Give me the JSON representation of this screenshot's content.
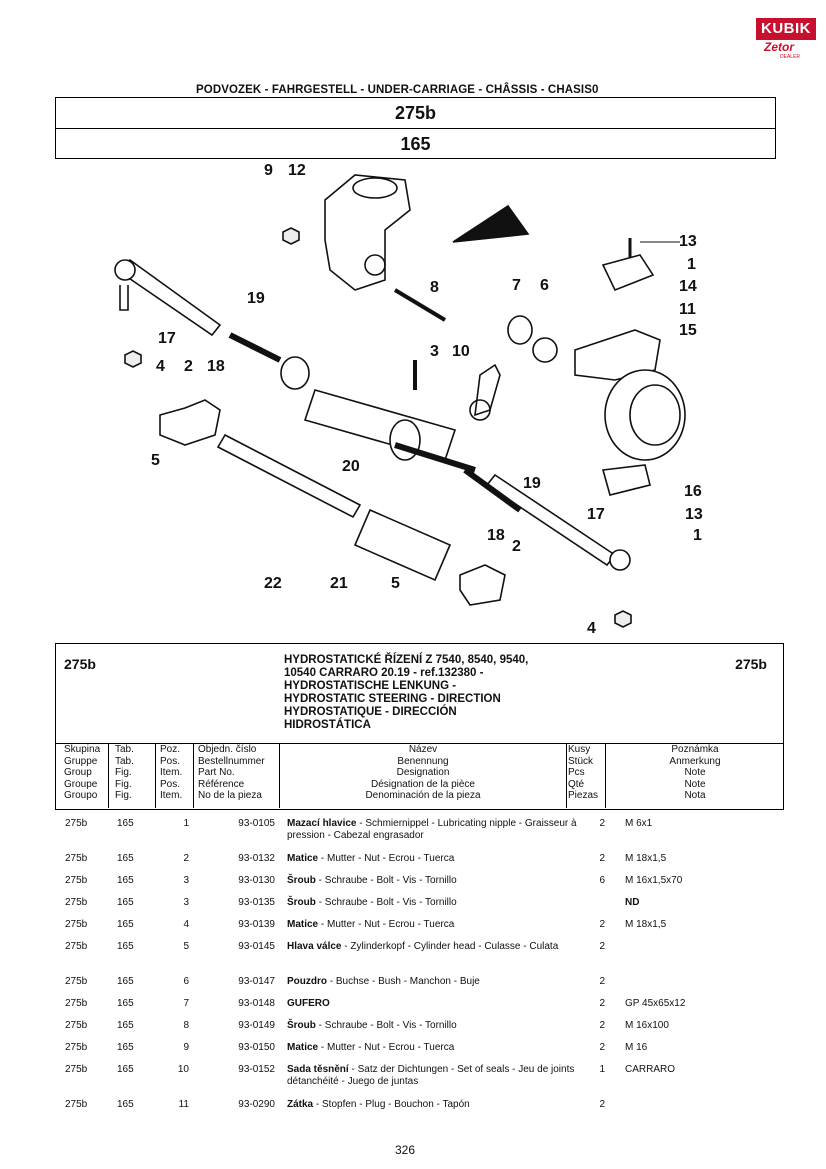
{
  "logo": {
    "brand": "KUBIK",
    "sub": "Zetor",
    "dealer": "DEALER"
  },
  "heading": "PODVOZEK - FAHRGESTELL - UNDER-CARRIAGE - CHÂSSIS - CHASIS0",
  "title_main": "275b",
  "title_sub": "165",
  "callouts": [
    {
      "id": "c9",
      "text": "9"
    },
    {
      "id": "c12",
      "text": "12"
    },
    {
      "id": "c13a",
      "text": "13"
    },
    {
      "id": "c1a",
      "text": "1"
    },
    {
      "id": "c14",
      "text": "14"
    },
    {
      "id": "c11",
      "text": "11"
    },
    {
      "id": "c15",
      "text": "15"
    },
    {
      "id": "c19a",
      "text": "19"
    },
    {
      "id": "c8",
      "text": "8"
    },
    {
      "id": "c7",
      "text": "7"
    },
    {
      "id": "c6",
      "text": "6"
    },
    {
      "id": "c17a",
      "text": "17"
    },
    {
      "id": "c4a",
      "text": "4"
    },
    {
      "id": "c2a",
      "text": "2"
    },
    {
      "id": "c18a",
      "text": "18"
    },
    {
      "id": "c3",
      "text": "3"
    },
    {
      "id": "c10",
      "text": "10"
    },
    {
      "id": "c5a",
      "text": "5"
    },
    {
      "id": "c20",
      "text": "20"
    },
    {
      "id": "c16",
      "text": "16"
    },
    {
      "id": "c19b",
      "text": "19"
    },
    {
      "id": "c17b",
      "text": "17"
    },
    {
      "id": "c13b",
      "text": "13"
    },
    {
      "id": "c1b",
      "text": "1"
    },
    {
      "id": "c18b",
      "text": "18"
    },
    {
      "id": "c2b",
      "text": "2"
    },
    {
      "id": "c22",
      "text": "22"
    },
    {
      "id": "c21",
      "text": "21"
    },
    {
      "id": "c5b",
      "text": "5"
    },
    {
      "id": "c4b",
      "text": "4"
    }
  ],
  "info": {
    "code_left": "275b",
    "code_right": "275b",
    "description": [
      "HYDROSTATICKÉ ŘÍZENÍ Z 7540, 8540, 9540,",
      "10540 CARRARO 20.19 - ref.132380 -",
      "HYDROSTATISCHE LENKUNG -",
      "HYDROSTATIC STEERING - DIRECTION",
      "HYDROSTATIQUE - DIRECCIÓN",
      "HIDROSTÁTICA"
    ]
  },
  "headers": {
    "group": [
      "Skupina",
      "Gruppe",
      "Group",
      "Groupe",
      "Groupo"
    ],
    "tab": [
      "Tab.",
      "Tab.",
      "Fig.",
      "Fig.",
      "Fig."
    ],
    "pos": [
      "Poz.",
      "Pos.",
      "Item.",
      "Pos.",
      "Item."
    ],
    "num": [
      "Objedn. číslo",
      "Bestellnummer",
      "Part No.",
      "Référence",
      "No de la pieza"
    ],
    "name": [
      "Název",
      "Benennung",
      "Designation",
      "Désignation de la pièce",
      "Denominación de la pieza"
    ],
    "qty": [
      "Kusy",
      "Stück",
      "Pcs",
      "Qté",
      "Piezas"
    ],
    "note": [
      "Poznámka",
      "Anmerkung",
      "Note",
      "Note",
      "Nota"
    ]
  },
  "rows": [
    {
      "grp": "275b",
      "tab": "165",
      "pos": "1",
      "num": "93-0105",
      "bold": "Mazací hlavice",
      "rest": " - Schmiernippel - Lubricating nipple - Graisseur à pression - Cabezal engrasador",
      "qty": "2",
      "note": "M 6x1"
    },
    {
      "grp": "275b",
      "tab": "165",
      "pos": "2",
      "num": "93-0132",
      "bold": "Matice",
      "rest": " - Mutter - Nut - Ecrou - Tuerca",
      "qty": "2",
      "note": "M 18x1,5"
    },
    {
      "grp": "275b",
      "tab": "165",
      "pos": "3",
      "num": "93-0130",
      "bold": "Šroub",
      "rest": " - Schraube - Bolt - Vis - Tornillo",
      "qty": "6",
      "note": "M 16x1,5x70"
    },
    {
      "grp": "275b",
      "tab": "165",
      "pos": "3",
      "num": "93-0135",
      "bold": "Šroub",
      "rest": " - Schraube - Bolt - Vis - Tornillo",
      "qty": "",
      "note": "ND"
    },
    {
      "grp": "275b",
      "tab": "165",
      "pos": "4",
      "num": "93-0139",
      "bold": "Matice",
      "rest": " - Mutter - Nut - Ecrou - Tuerca",
      "qty": "2",
      "note": "M 18x1,5"
    },
    {
      "grp": "275b",
      "tab": "165",
      "pos": "5",
      "num": "93-0145",
      "bold": "Hlava válce",
      "rest": " - Zylinderkopf - Cylinder head - Culasse - Culata",
      "qty": "2",
      "note": ""
    },
    {
      "grp": "275b",
      "tab": "165",
      "pos": "6",
      "num": "93-0147",
      "bold": "Pouzdro",
      "rest": " - Buchse - Bush - Manchon - Buje",
      "qty": "2",
      "note": ""
    },
    {
      "grp": "275b",
      "tab": "165",
      "pos": "7",
      "num": "93-0148",
      "bold": "GUFERO",
      "rest": "",
      "qty": "2",
      "note": "GP 45x65x12"
    },
    {
      "grp": "275b",
      "tab": "165",
      "pos": "8",
      "num": "93-0149",
      "bold": "Šroub",
      "rest": " - Schraube - Bolt - Vis - Tornillo",
      "qty": "2",
      "note": "M 16x100"
    },
    {
      "grp": "275b",
      "tab": "165",
      "pos": "9",
      "num": "93-0150",
      "bold": "Matice",
      "rest": " - Mutter - Nut - Ecrou - Tuerca",
      "qty": "2",
      "note": "M 16"
    },
    {
      "grp": "275b",
      "tab": "165",
      "pos": "10",
      "num": "93-0152",
      "bold": "Sada těsnění",
      "rest": " - Satz der Dichtungen - Set of seals - Jeu de joints détanchéité - Juego de juntas",
      "qty": "1",
      "note": "CARRARO"
    },
    {
      "grp": "275b",
      "tab": "165",
      "pos": "11",
      "num": "93-0290",
      "bold": "Zátka",
      "rest": " - Stopfen - Plug - Bouchon - Tapón",
      "qty": "2",
      "note": ""
    }
  ],
  "page_number": "326"
}
